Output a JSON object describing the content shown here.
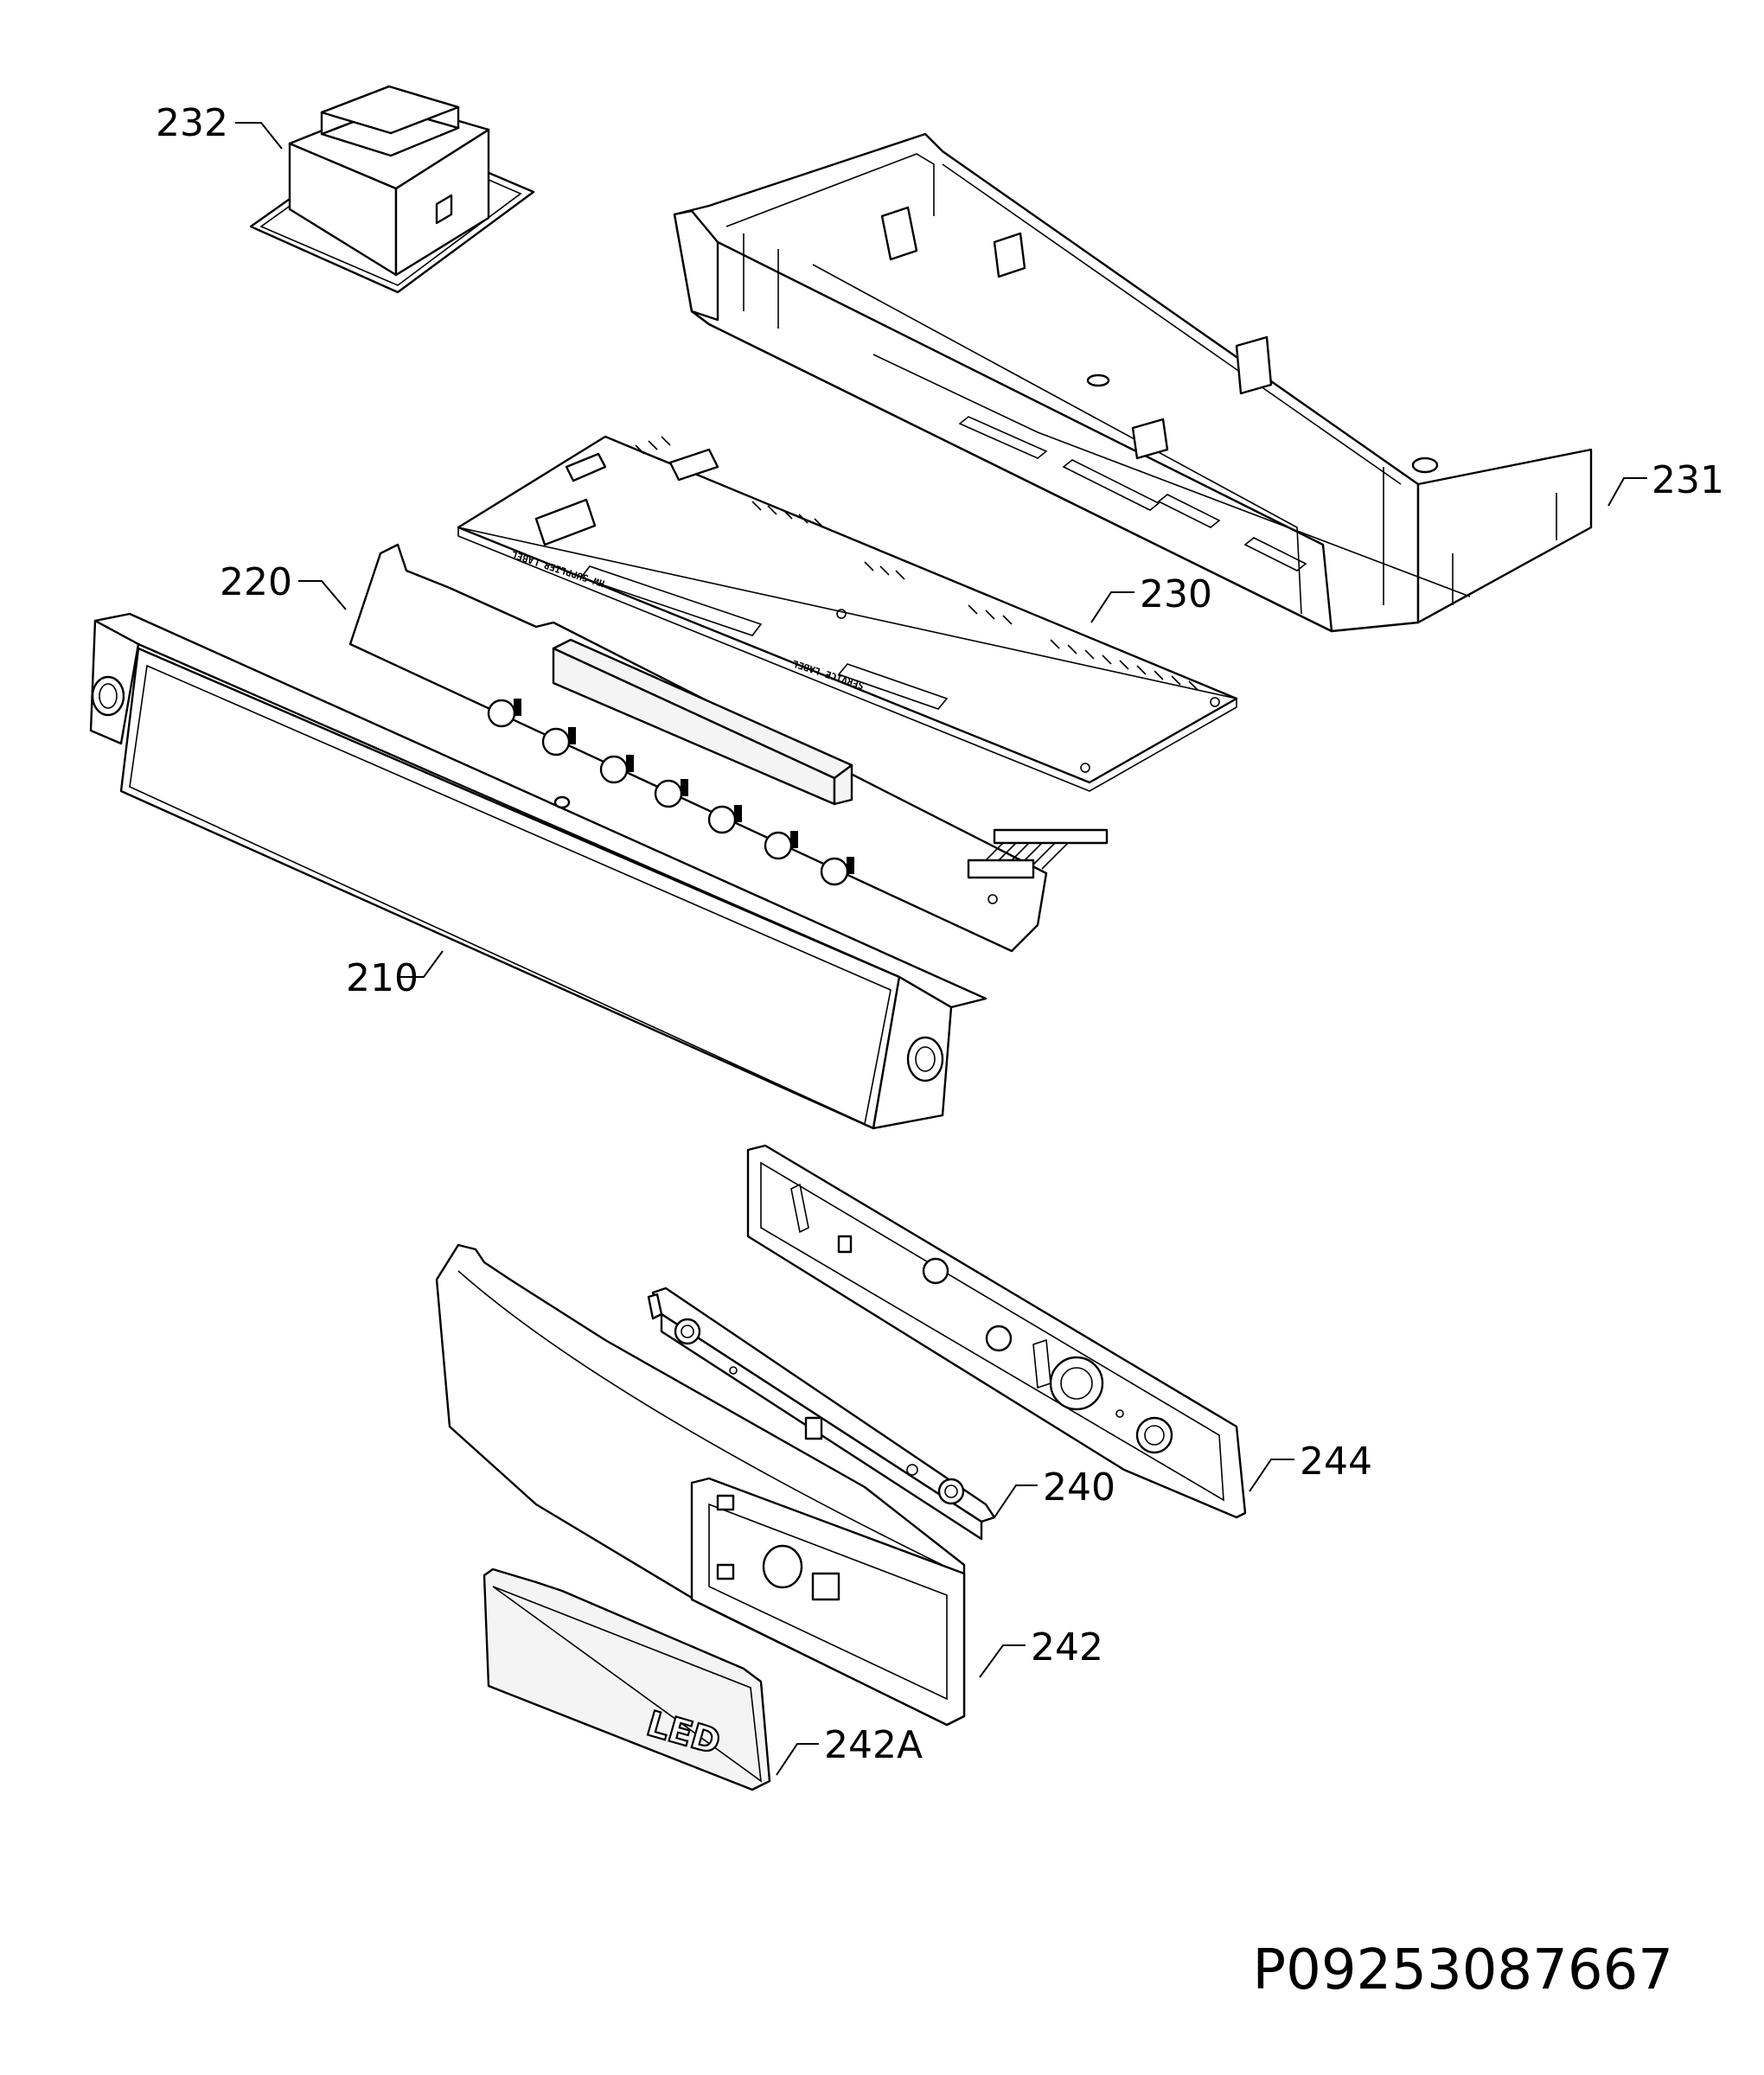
{
  "parts": [
    {
      "id": "transformer",
      "label": "232"
    },
    {
      "id": "housing",
      "label": "231"
    },
    {
      "id": "main-board",
      "label": "230"
    },
    {
      "id": "display-board",
      "label": "220"
    },
    {
      "id": "front-panel",
      "label": "210"
    },
    {
      "id": "rear-bracket",
      "label": "244"
    },
    {
      "id": "led-board",
      "label": "240"
    },
    {
      "id": "light-cover",
      "label": "242"
    },
    {
      "id": "led-cap",
      "label": "242A"
    }
  ],
  "board_stamps": {
    "supplier": "HW SUPPLIER LABEL",
    "service": "SERVICE LABEL"
  },
  "cap_text": "LED",
  "document_number": "P09253087667"
}
